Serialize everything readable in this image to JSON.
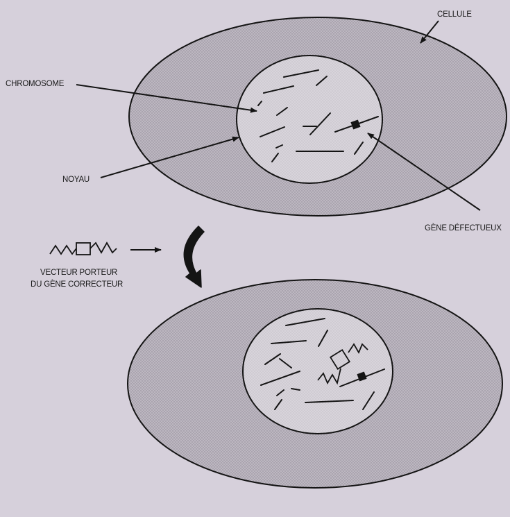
{
  "labels": {
    "cell": "CELLULE",
    "chromosome": "CHROMOSOME",
    "nucleus": "NOYAU",
    "defective_gene": "GÈNE DÉFECTUEUX",
    "vector_line1": "VECTEUR PORTEUR",
    "vector_line2": "DU GÈNE CORRECTEUR"
  },
  "colors": {
    "background": "#d6d0db",
    "cytoplasm": "#b9b3bd",
    "nucleus": "#d3cfd6",
    "ink": "#141414"
  },
  "icons": [
    "arrow-icon",
    "curved-arrow-icon",
    "zigzag-vector-icon",
    "defective-gene-square-icon"
  ]
}
